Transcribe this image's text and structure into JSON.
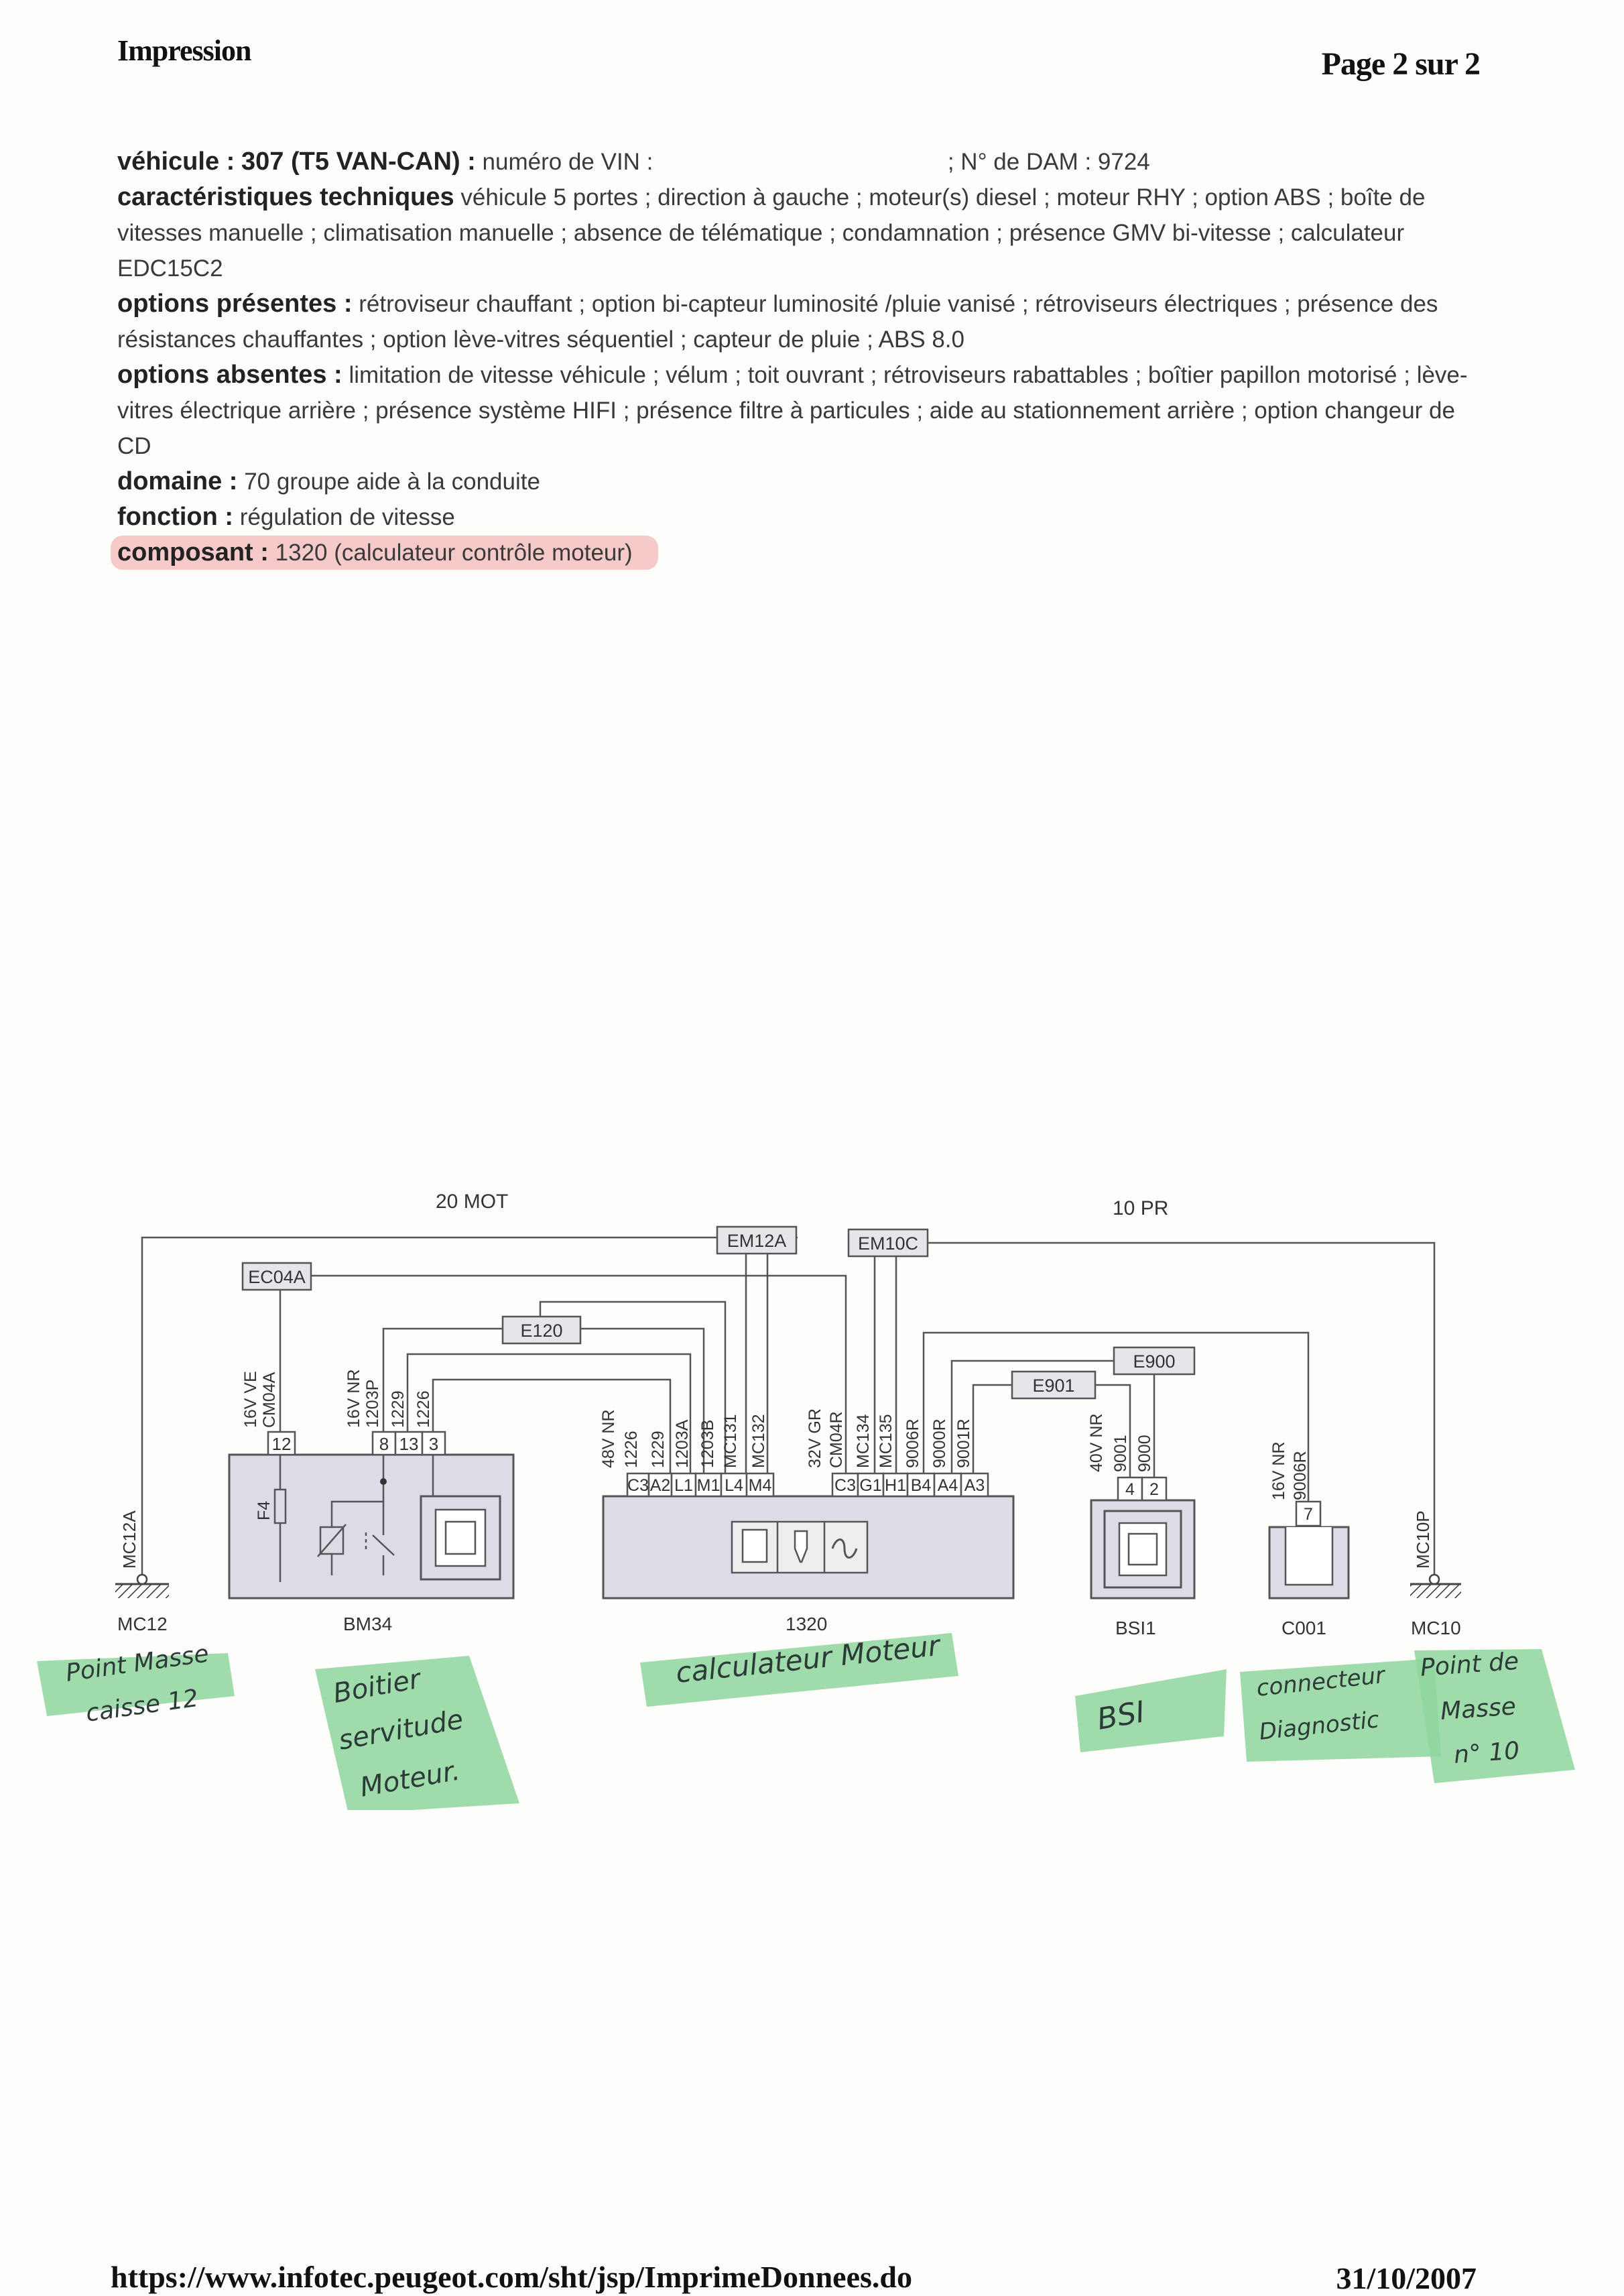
{
  "header": {
    "title": "Impression",
    "page": "Page 2 sur 2"
  },
  "info": {
    "vehicule_label": "véhicule :",
    "vehicule_value": "307 (T5 VAN-CAN) :",
    "vin_label": "numéro de VIN :",
    "dam": "; N° de DAM : 9724",
    "caract_label": "caractéristiques techniques",
    "caract_value": "véhicule 5 portes ; direction à gauche ; moteur(s) diesel ; moteur RHY ; option ABS ; boîte de vitesses manuelle ; climatisation manuelle ; absence de télématique ; condamnation ; présence GMV bi-vitesse ; calculateur EDC15C2",
    "presentes_label": "options présentes :",
    "presentes_value": "rétroviseur chauffant ; option bi-capteur luminosité /pluie vanisé ; rétroviseurs électriques ; présence des résistances chauffantes ; option lève-vitres séquentiel ; capteur de pluie ; ABS 8.0",
    "absentes_label": "options absentes :",
    "absentes_value": "limitation de vitesse véhicule ; vélum ; toit ouvrant ; rétroviseurs rabattables ; boîtier papillon motorisé ; lève-vitres électrique arrière ; présence système HIFI ; présence filtre à particules ; aide au stationnement arrière ; option changeur de CD",
    "domaine_label": "domaine :",
    "domaine_value": "70 groupe aide à la conduite",
    "fonction_label": "fonction :",
    "fonction_value": "régulation de vitesse",
    "composant_label": "composant :",
    "composant_value": "1320 (calculateur contrôle moteur)"
  },
  "diagram": {
    "zone_left": "20 MOT",
    "zone_right": "10 PR",
    "connectors": {
      "em12a": "EM12A",
      "em10c": "EM10C",
      "ec04a": "EC04A",
      "e120": "E120",
      "e900": "E900",
      "e901": "E901"
    },
    "grounds": {
      "mc12": "MC12",
      "mc12a": "MC12A",
      "mc10": "MC10",
      "mc10p": "MC10P"
    },
    "bm34": {
      "name": "BM34",
      "fuse": "F4",
      "wire_labels": [
        "16V VE",
        "CM04A",
        "16V NR",
        "1203P",
        "1229",
        "1226"
      ],
      "pins": [
        "12",
        "8",
        "13",
        "3"
      ]
    },
    "ecu1320": {
      "name": "1320",
      "harness_a": "48V NR",
      "wires_a": [
        "1226",
        "1229",
        "1203A",
        "1203B",
        "MC131",
        "MC132"
      ],
      "pins_a": [
        "C3",
        "A2",
        "L1",
        "M1",
        "L4",
        "M4"
      ],
      "harness_b": "32V GR",
      "wires_b": [
        "CM04R",
        "MC134",
        "MC135",
        "9006R",
        "9000R",
        "9001R"
      ],
      "pins_b": [
        "C3",
        "G1",
        "H1",
        "B4",
        "A4",
        "A3"
      ]
    },
    "bsi": {
      "name": "BSI1",
      "harness": "40V NR",
      "wires": [
        "9001",
        "9000"
      ],
      "pins": [
        "4",
        "2"
      ]
    },
    "c001": {
      "name": "C001",
      "harness": "16V NR",
      "wire": "9006R",
      "pin": "7"
    }
  },
  "annotations": {
    "mc12_note": [
      "Point Masse",
      "caisse 12"
    ],
    "bm34_note": [
      "Boitier",
      "servitude",
      "Moteur."
    ],
    "ecu_note": "calculateur Moteur",
    "bsi_note": "BSI",
    "c001_note": [
      "connecteur",
      "Diagnostic"
    ],
    "mc10_note": [
      "Point de",
      "Masse",
      "n° 10"
    ]
  },
  "footer": {
    "url": "https://www.infotec.peugeot.com/sht/jsp/ImprimeDonnees.do",
    "date": "31/10/2007"
  }
}
